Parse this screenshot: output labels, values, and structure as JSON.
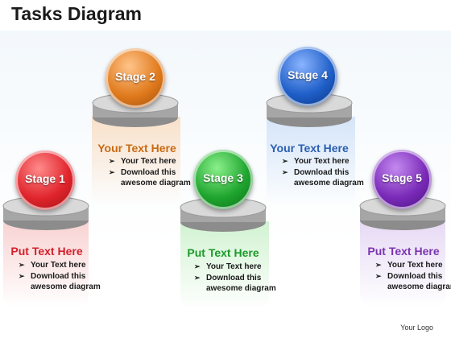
{
  "title": "Tasks Diagram",
  "logo": "Your Logo",
  "stages": [
    {
      "label": "Stage 1",
      "heading": "Put Text Here",
      "bullets": [
        "Your Text here",
        "Download this awesome diagram"
      ],
      "color": "#e0242c",
      "heading_color": "#d41f2a",
      "glow": "#f7c9c9",
      "arrow_icon": "arrow-right-icon"
    },
    {
      "label": "Stage 2",
      "heading": "Your Text Here",
      "bullets": [
        "Your Text here",
        "Download this awesome diagram"
      ],
      "color": "#e07a1c",
      "heading_color": "#c86a14",
      "glow": "#f9dcc0",
      "arrow_icon": "arrow-right-icon"
    },
    {
      "label": "Stage 3",
      "heading": "Put Text Here",
      "bullets": [
        "Your Text here",
        "Download this awesome diagram"
      ],
      "color": "#1fa52f",
      "heading_color": "#1a9a2a",
      "glow": "#c9f0c9",
      "arrow_icon": "arrow-right-icon"
    },
    {
      "label": "Stage 4",
      "heading": "Your Text Here",
      "bullets": [
        "Your Text here",
        "Download this awesome diagram"
      ],
      "color": "#1f5fc8",
      "heading_color": "#2a5fb0",
      "glow": "#cfe1f7",
      "arrow_icon": "arrow-right-icon"
    },
    {
      "label": "Stage 5",
      "heading": "Put Text Here",
      "bullets": [
        "Your Text here",
        "Download this awesome diagram"
      ],
      "color": "#7a2ab8",
      "heading_color": "#7a34b0",
      "glow": "#e2d2f2",
      "arrow_icon": "arrow-right-icon"
    }
  ]
}
